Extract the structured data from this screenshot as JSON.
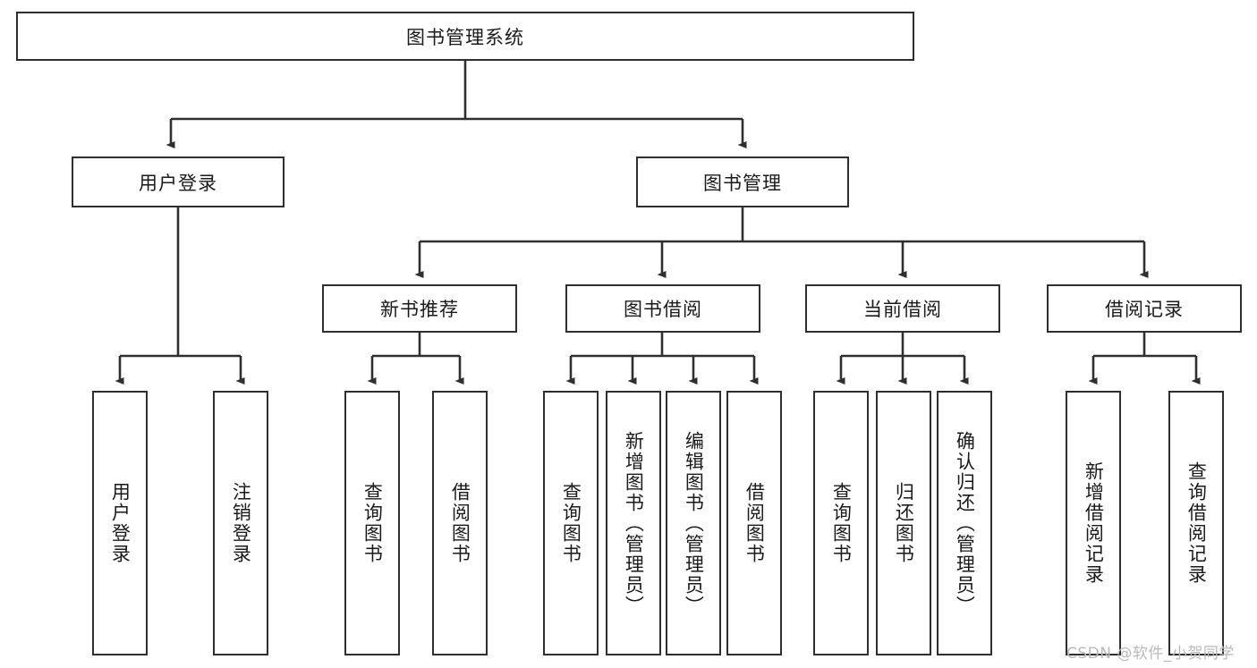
{
  "diagram": {
    "type": "tree",
    "title": "图书管理系统",
    "root": {
      "label": "图书管理系统"
    },
    "level1": [
      {
        "label": "用户登录"
      },
      {
        "label": "图书管理"
      }
    ],
    "level2": [
      {
        "label": "新书推荐"
      },
      {
        "label": "图书借阅"
      },
      {
        "label": "当前借阅"
      },
      {
        "label": "借阅记录"
      }
    ],
    "leaves": {
      "user_login": [
        {
          "label": "用户登录"
        },
        {
          "label": "注销登录"
        }
      ],
      "new_book_recommend": [
        {
          "label": "查询图书"
        },
        {
          "label": "借阅图书"
        }
      ],
      "book_borrow": [
        {
          "label": "查询图书"
        },
        {
          "label": "新增图书（管理员）"
        },
        {
          "label": "编辑图书（管理员）"
        },
        {
          "label": "借阅图书"
        }
      ],
      "current_borrow": [
        {
          "label": "查询图书"
        },
        {
          "label": "归还图书"
        },
        {
          "label": "确认归还（管理员）"
        }
      ],
      "borrow_record": [
        {
          "label": "新增借阅记录"
        },
        {
          "label": "查询借阅记录"
        }
      ]
    }
  },
  "watermark": {
    "text": "CSDN @软件_小贺同学"
  },
  "colors": {
    "stroke": "#2f2f2f",
    "background": "#ffffff",
    "text": "#1a1a1a",
    "watermark": "#b9b9b9"
  }
}
